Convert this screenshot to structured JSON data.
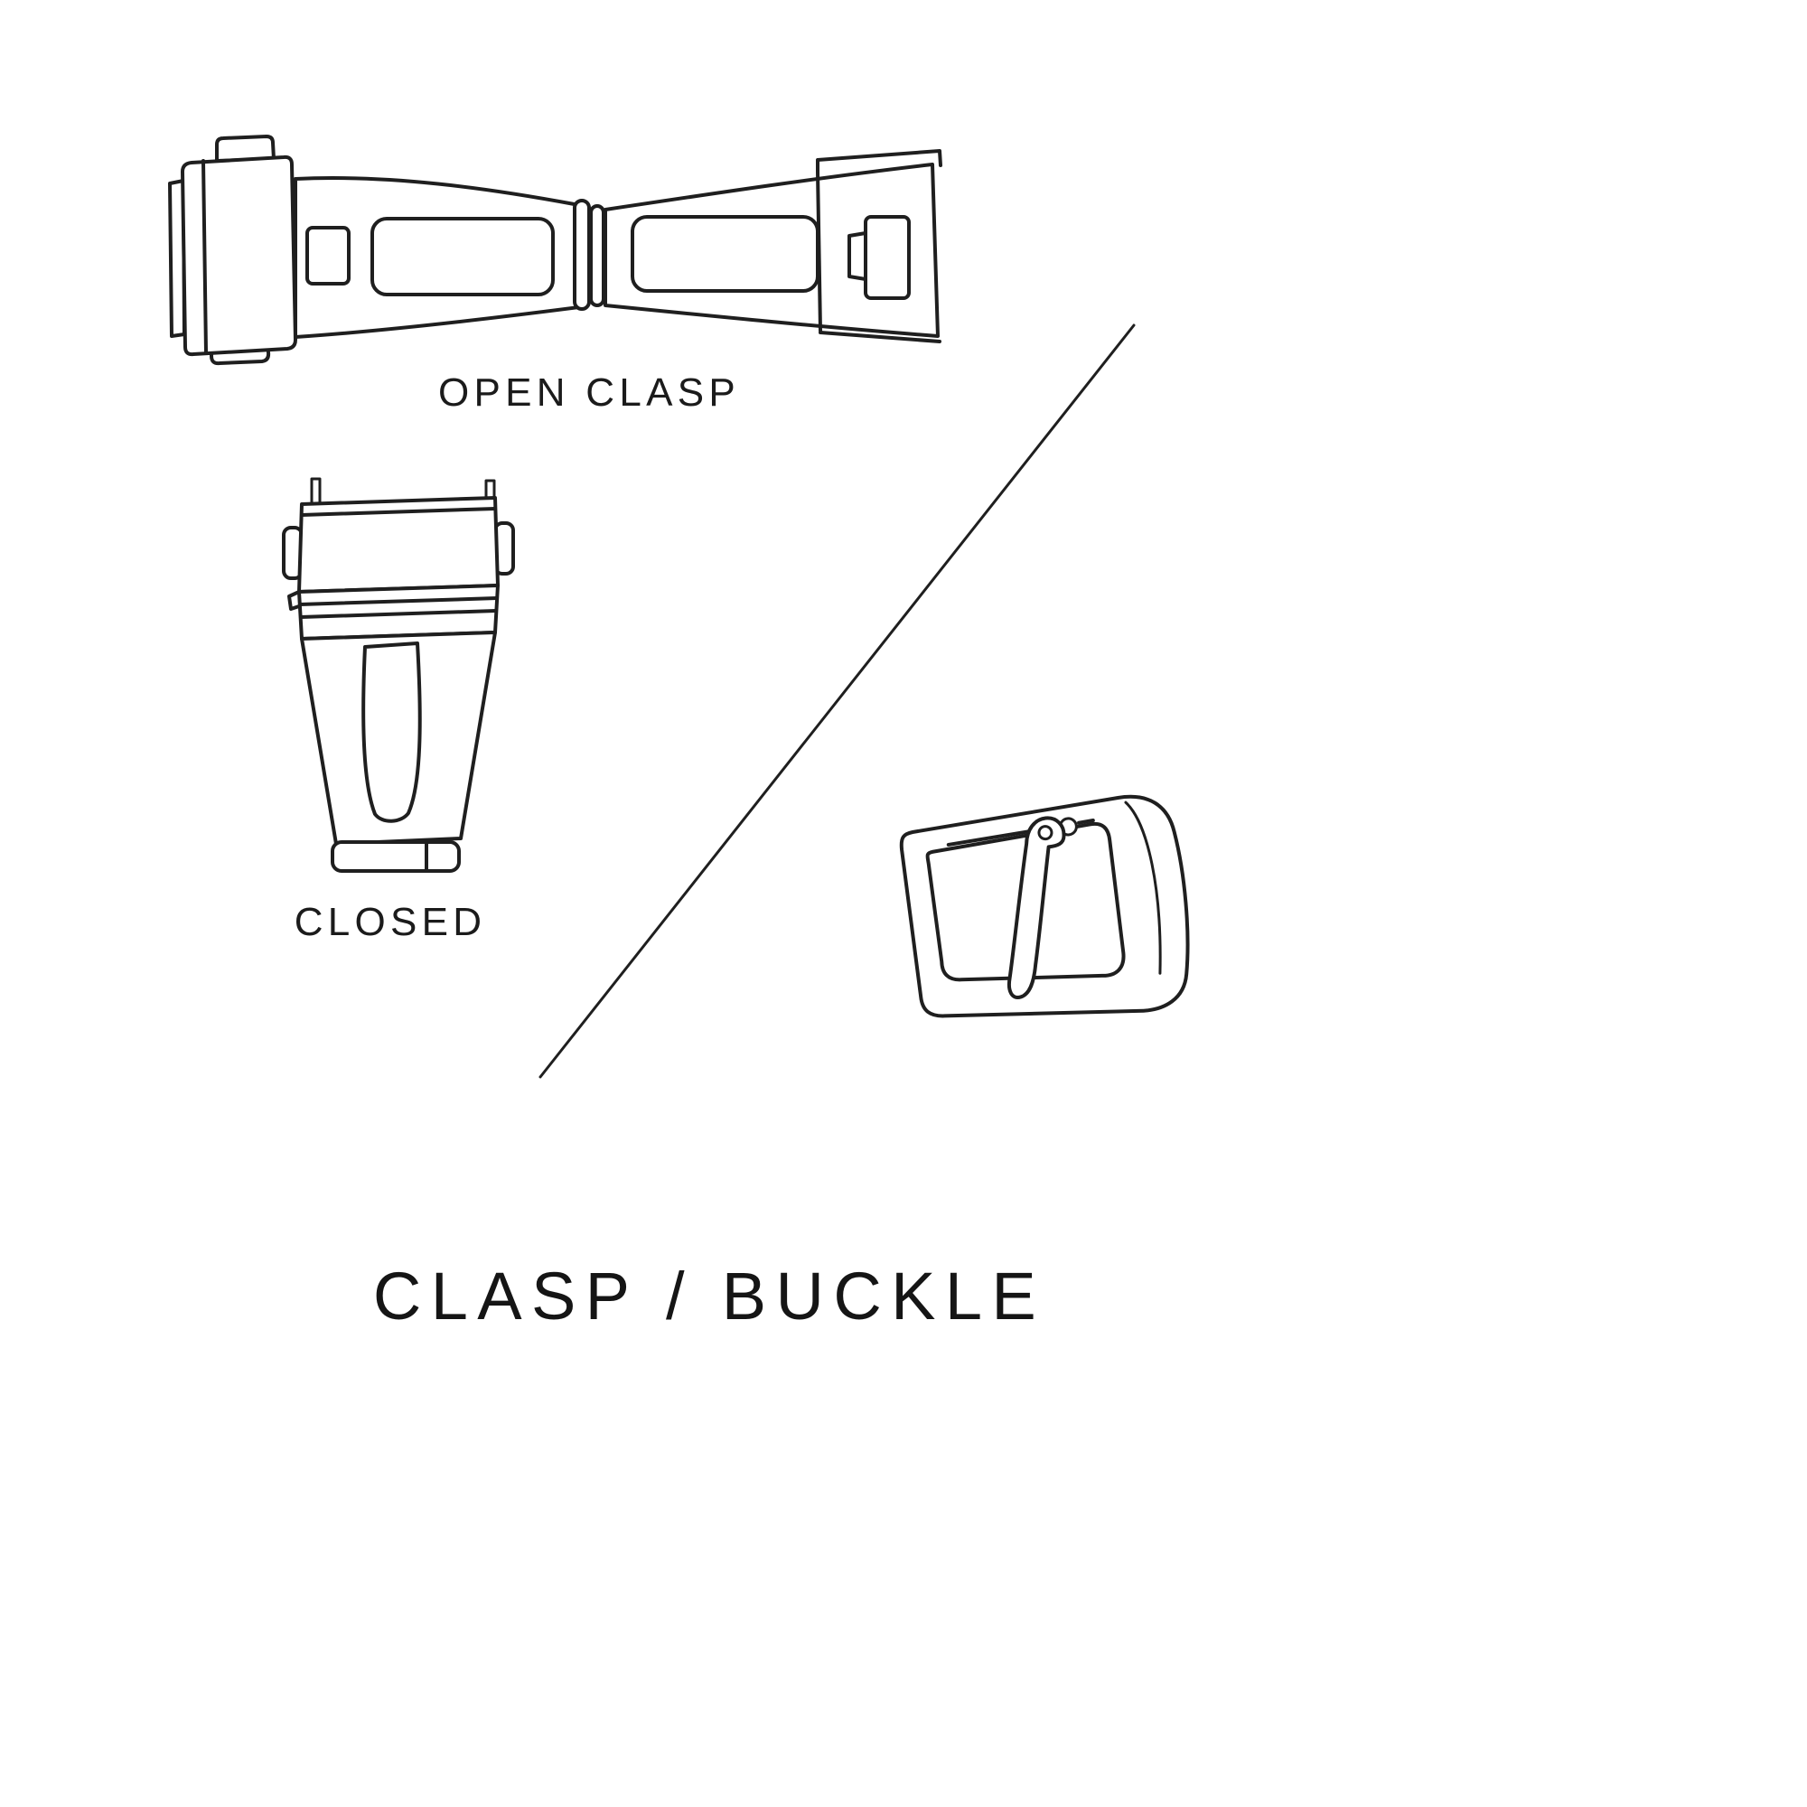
{
  "page": {
    "background": "#ffffff",
    "line_color": "#1f1f1f",
    "text_color": "#1b1b1b"
  },
  "captions": {
    "open_clasp": "OPEN CLASP",
    "closed": "CLOSED"
  },
  "title": "CLASP / BUCKLE"
}
